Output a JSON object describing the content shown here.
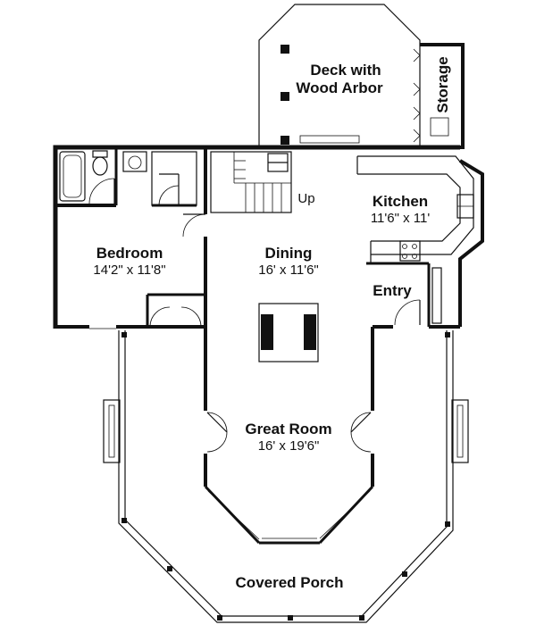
{
  "rooms": {
    "deck": {
      "name_line1": "Deck with",
      "name_line2": "Wood Arbor"
    },
    "storage": {
      "name": "Storage"
    },
    "kitchen": {
      "name": "Kitchen",
      "dims": "11'6\" x 11'"
    },
    "bedroom": {
      "name": "Bedroom",
      "dims": "14'2\" x 11'8\""
    },
    "dining": {
      "name": "Dining",
      "dims": "16' x 11'6\""
    },
    "entry": {
      "name": "Entry"
    },
    "great_room": {
      "name": "Great Room",
      "dims": "16' x 19'6\""
    },
    "porch": {
      "name": "Covered Porch"
    }
  },
  "stairs": {
    "label": "Up"
  }
}
